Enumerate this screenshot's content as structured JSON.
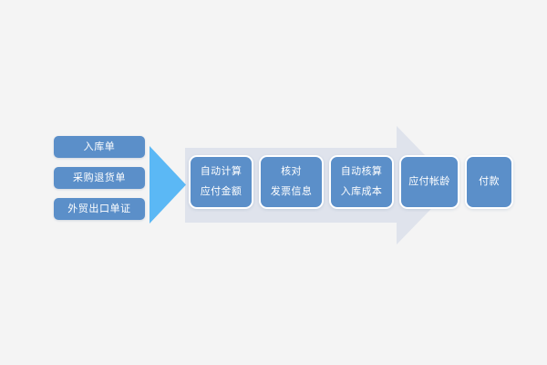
{
  "diagram": {
    "type": "process-flow",
    "title": "",
    "background_color": "#f4f4f4",
    "colors": {
      "box_fill": "#5b8fc9",
      "box_border": "#ffffff",
      "box_text": "#ffffff",
      "feeder_arrow": "#5bb8f5",
      "flow_band": "#dfe3ec"
    },
    "inputs": {
      "name": "input-documents",
      "items": [
        {
          "label": "入库单"
        },
        {
          "label": "采购退货单"
        },
        {
          "label": "外贸出口单证"
        }
      ]
    },
    "feeder_arrow": {
      "name": "feeder-arrow",
      "direction": "right",
      "color": "#5bb8f5"
    },
    "flow_band": {
      "name": "flow-arrow-background",
      "direction": "right",
      "color": "#dfe3ec"
    },
    "steps": [
      {
        "lines": [
          "自动计算",
          "应付金额"
        ]
      },
      {
        "lines": [
          "核对",
          "发票信息"
        ]
      },
      {
        "lines": [
          "自动核算",
          "入库成本"
        ]
      },
      {
        "lines": [
          "应付帐龄"
        ]
      },
      {
        "lines": [
          "付款"
        ]
      }
    ]
  }
}
